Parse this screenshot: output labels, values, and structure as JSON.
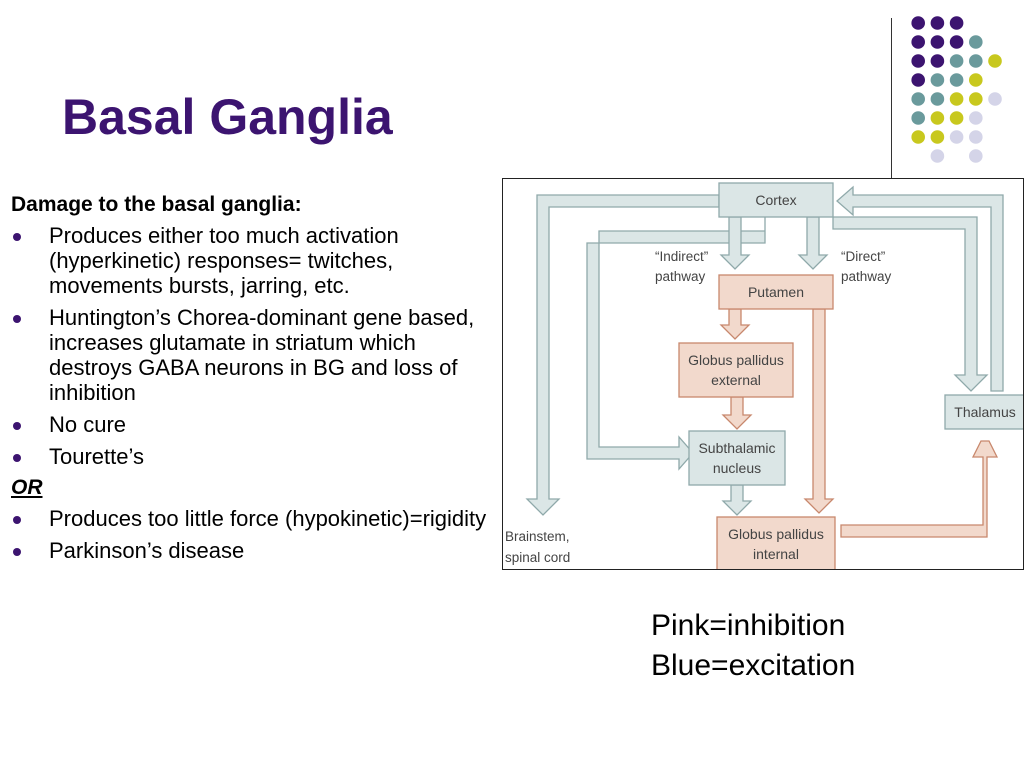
{
  "slide": {
    "title": "Basal Ganglia",
    "heading": "Damage to the basal ganglia:",
    "bullets_a": [
      "Produces either too much activation (hyperkinetic) responses= twitches, movements bursts, jarring, etc.",
      "Huntington’s Chorea-dominant gene based, increases glutamate in striatum which destroys GABA neurons in BG and loss of inhibition",
      "No cure",
      "Tourette’s"
    ],
    "or_label": "OR",
    "bullets_b": [
      "Produces too little force (hypokinetic)=rigidity",
      "Parkinson’s disease"
    ]
  },
  "diagram": {
    "cortex": "Cortex",
    "indirect_1": "“Indirect”",
    "indirect_2": "pathway",
    "direct_1": "“Direct”",
    "direct_2": "pathway",
    "putamen": "Putamen",
    "gpe_1": "Globus pallidus",
    "gpe_2": "external",
    "stn_1": "Subthalamic",
    "stn_2": "nucleus",
    "gpi_1": "Globus pallidus",
    "gpi_2": "internal",
    "thalamus": "Thalamus",
    "brainstem_1": "Brainstem,",
    "brainstem_2": "spinal cord"
  },
  "legend": {
    "pink": "Pink=inhibition",
    "blue": "Blue=excitation"
  },
  "colors": {
    "title": "#3c1470",
    "dot_purple": "#3c1470",
    "dot_teal": "#6a9a9c",
    "dot_yellow": "#c8c81e",
    "dot_lavender": "#d4d4e8",
    "blue_fill": "#dbe6e6",
    "blue_stroke": "#8fa9aa",
    "pink_fill": "#f2d9cc",
    "pink_stroke": "#c8886d"
  }
}
